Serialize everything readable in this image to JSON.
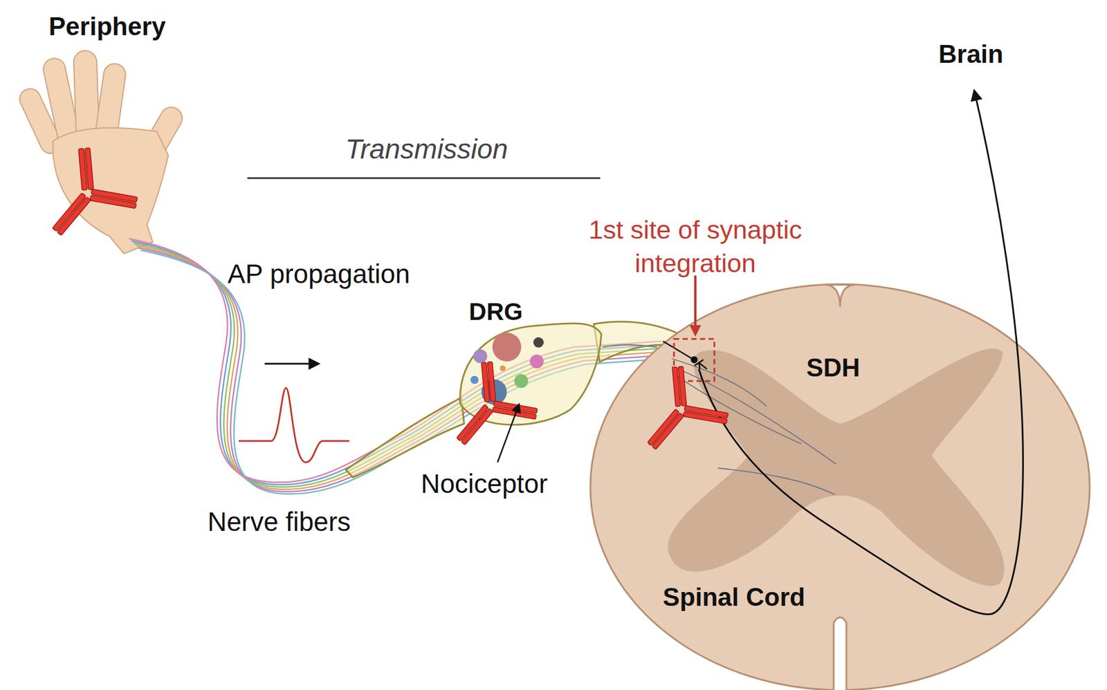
{
  "diagram": {
    "nodes": [
      {
        "text": [
          "DRG"
        ]
      },
      {
        "text": [
          "SDH",
          "Spinal Cord"
        ]
      }
    ],
    "edges": [
      {
        "from": 0,
        "to": 1,
        "arrow": "none"
      }
    ],
    "labels": [
      "Periphery",
      "Transmission",
      "AP propagation",
      "1st site of synaptic integration",
      "Nerve fibers",
      "Nociceptor",
      "Brain"
    ]
  }
}
